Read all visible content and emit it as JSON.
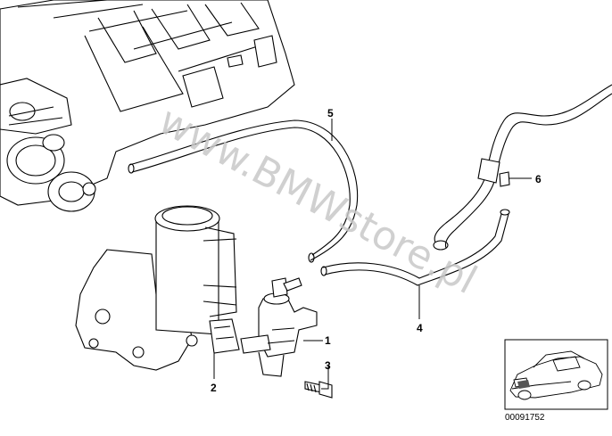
{
  "watermark": {
    "text": "www.BMWstore.pl"
  },
  "parts": [
    {
      "number": "1"
    },
    {
      "number": "2"
    },
    {
      "number": "3"
    },
    {
      "number": "4"
    },
    {
      "number": "5"
    },
    {
      "number": "6"
    }
  ],
  "reference_code": "00091752",
  "colors": {
    "line": "#000000",
    "watermark": "#c8c8c8",
    "background": "#ffffff"
  }
}
